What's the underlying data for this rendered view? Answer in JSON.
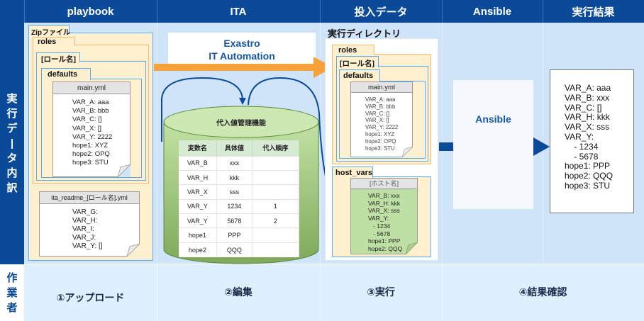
{
  "header": {
    "columns": [
      "playbook",
      "ITA",
      "投入データ",
      "Ansible",
      "実行結果"
    ]
  },
  "side_labels": {
    "execution_data": "実行データ内訳",
    "operator": "作業者"
  },
  "playbook": {
    "zip_label": "Zipファイル",
    "roles_label": "roles",
    "role_name_label": "[ロール名]",
    "defaults_label": "defaults",
    "main_yml": {
      "title": "main.yml",
      "lines": [
        "VAR_A: aaa",
        "VAR_B: bbb",
        "VAR_C: []",
        "VAR_X: []",
        "VAR_Y: 2222",
        "hope1: XYZ",
        "hope2: OPQ",
        "hope3: STU"
      ]
    },
    "readme_yml": {
      "title": "ita_readme_[ロール名].yml",
      "lines": [
        "VAR_G:",
        "VAR_H:",
        "VAR_I:",
        "VAR_J:",
        "VAR_Y: []"
      ]
    }
  },
  "ita": {
    "product_line1": "Exastro",
    "product_line2": "IT Automation",
    "db_title": "代入値管理機能",
    "table": {
      "headers": [
        "変数名",
        "具体値",
        "代入順序"
      ],
      "rows": [
        [
          "VAR_B",
          "xxx",
          ""
        ],
        [
          "VAR_H",
          "kkk",
          ""
        ],
        [
          "VAR_X",
          "sss",
          ""
        ],
        [
          "VAR_Y",
          "1234",
          "1"
        ],
        [
          "VAR_Y",
          "5678",
          "2"
        ],
        [
          "hope1",
          "PPP",
          ""
        ],
        [
          "hope2",
          "QQQ",
          ""
        ]
      ]
    }
  },
  "input_data": {
    "exec_dir_title": "実行ディレクトリ",
    "roles_label": "roles",
    "role_name_label": "[ロール名]",
    "defaults_label": "defaults",
    "main_yml": {
      "title": "main.yml",
      "lines": [
        "VAR_A: aaa",
        "VAR_B: bbb",
        "VAR_C: []",
        "VAR_X: []",
        "VAR_Y: 2222",
        "hope1: XYZ",
        "hope2: OPQ",
        "hope3: STU"
      ]
    },
    "host_vars_label": "host_vars",
    "host_file": {
      "title": "[ホスト名]",
      "lines": [
        "VAR_B: xxx",
        "VAR_H: kkk",
        "VAR_X: sss",
        "VAR_Y:",
        "   - 1234",
        "   - 5678",
        "hope1: PPP",
        "hope2: QQQ"
      ]
    }
  },
  "ansible": {
    "label": "Ansible"
  },
  "result": {
    "lines": [
      "VAR_A: aaa",
      "VAR_B: xxx",
      "VAR_C: []",
      "VAR_H: kkk",
      "VAR_X: sss",
      "VAR_Y:",
      "    - 1234",
      "    - 5678",
      "hope1: PPP",
      "hope2: QQQ",
      "hope3: STU"
    ]
  },
  "steps": [
    "①アップロード",
    "②編集",
    "③実行",
    "④結果確認"
  ],
  "colors": {
    "header_blue": "#0a4a99",
    "panel_bg": "#cfe4f9",
    "arrow_orange": "#f7a13a",
    "arrow_blue": "#0a4a99",
    "db_green": "#8fbf6a"
  }
}
